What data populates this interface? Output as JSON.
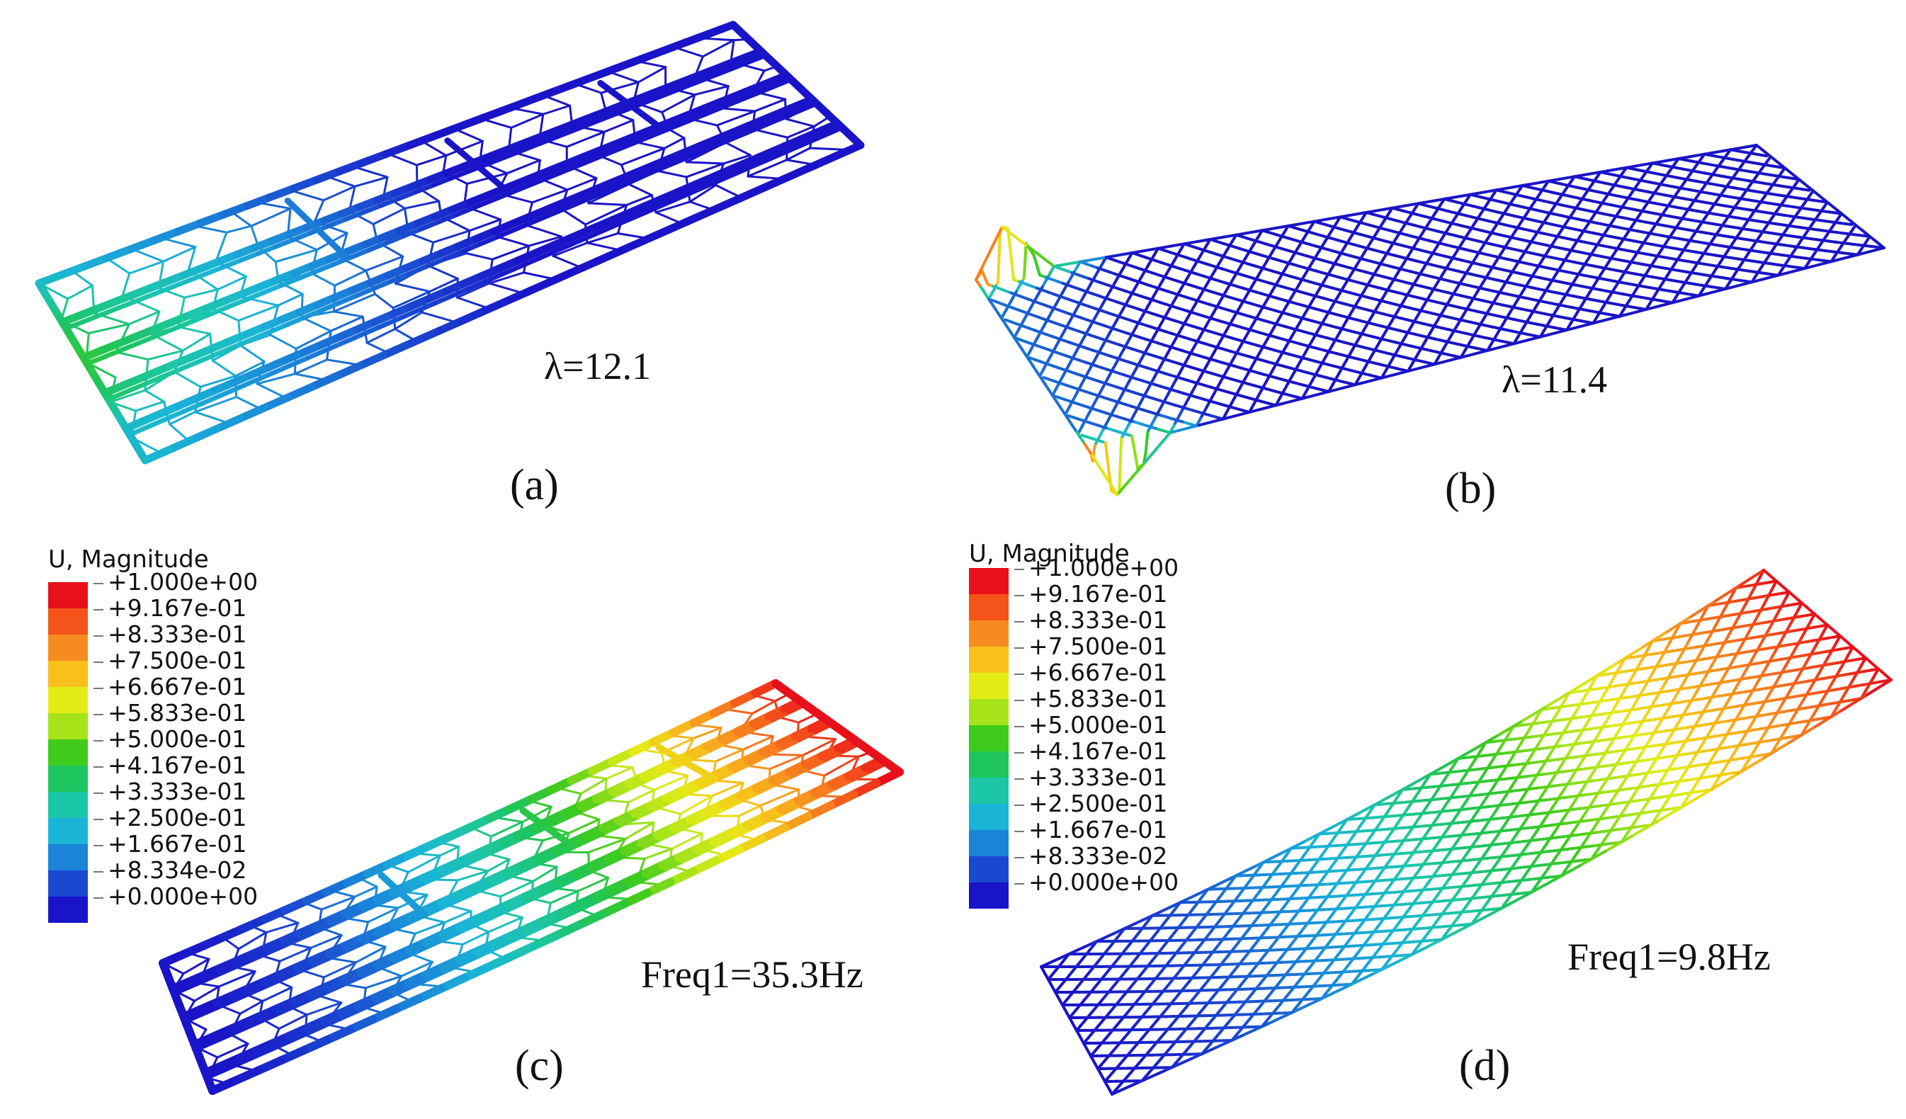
{
  "panels": {
    "a": {
      "caption": "(a)",
      "annotation": "λ=12.1"
    },
    "b": {
      "caption": "(b)",
      "annotation": "λ=11.4"
    },
    "c": {
      "caption": "(c)",
      "annotation": "Freq1=35.3Hz"
    },
    "d": {
      "caption": "(d)",
      "annotation": "Freq1=9.8Hz"
    }
  },
  "legend_c": {
    "title": "U, Magnitude",
    "labels": [
      "+1.000e+00",
      "+9.167e-01",
      "+8.333e-01",
      "+7.500e-01",
      "+6.667e-01",
      "+5.833e-01",
      "+5.000e-01",
      "+4.167e-01",
      "+3.333e-01",
      "+2.500e-01",
      "+1.667e-01",
      "+8.334e-02",
      "+0.000e+00"
    ]
  },
  "legend_d": {
    "title": "U, Magnitude",
    "labels": [
      "+1.000e+00",
      "+9.167e-01",
      "+8.333e-01",
      "+7.500e-01",
      "+6.667e-01",
      "+5.833e-01",
      "+5.000e-01",
      "+4.167e-01",
      "+3.333e-01",
      "+2.500e-01",
      "+1.667e-01",
      "+8.333e-02",
      "+0.000e+00"
    ]
  },
  "colors": {
    "scale": [
      "#e8101a",
      "#f4541a",
      "#f68c1f",
      "#f7c01a",
      "#e4ec16",
      "#a6e419",
      "#3ecb1b",
      "#1ec55e",
      "#1cc6a8",
      "#1ab4d6",
      "#1a84d8",
      "#1a48d0",
      "#1a14c8"
    ],
    "mesh_base": "#1f2b9c",
    "mesh_low": "#1f3ea8",
    "mesh_mid": "#2aa58c",
    "mesh_high": "#a64a2a"
  }
}
